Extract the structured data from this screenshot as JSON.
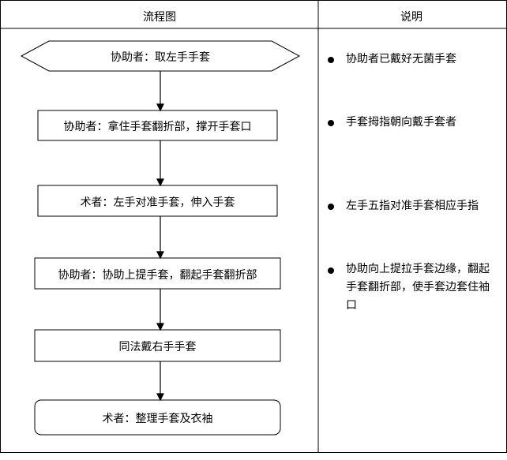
{
  "header": {
    "col_flow": "流程图",
    "col_notes": "说明"
  },
  "flow": {
    "steps": [
      "协助者：取左手手套",
      "协助者：拿住手套翻折部，撑开手套口",
      "术者：左手对准手套，伸入手套",
      "协助者：协助上提手套，翻起手套翻折部",
      "同法戴右手手套",
      "术者：整理手套及衣袖"
    ]
  },
  "notes": [
    "协助者已戴好无菌手套",
    "手套拇指朝向戴手套者",
    "左手五指对准手套相应手指",
    "协助向上提拉手套边缘，翻起手套翻折部，使手套边套住袖口"
  ]
}
